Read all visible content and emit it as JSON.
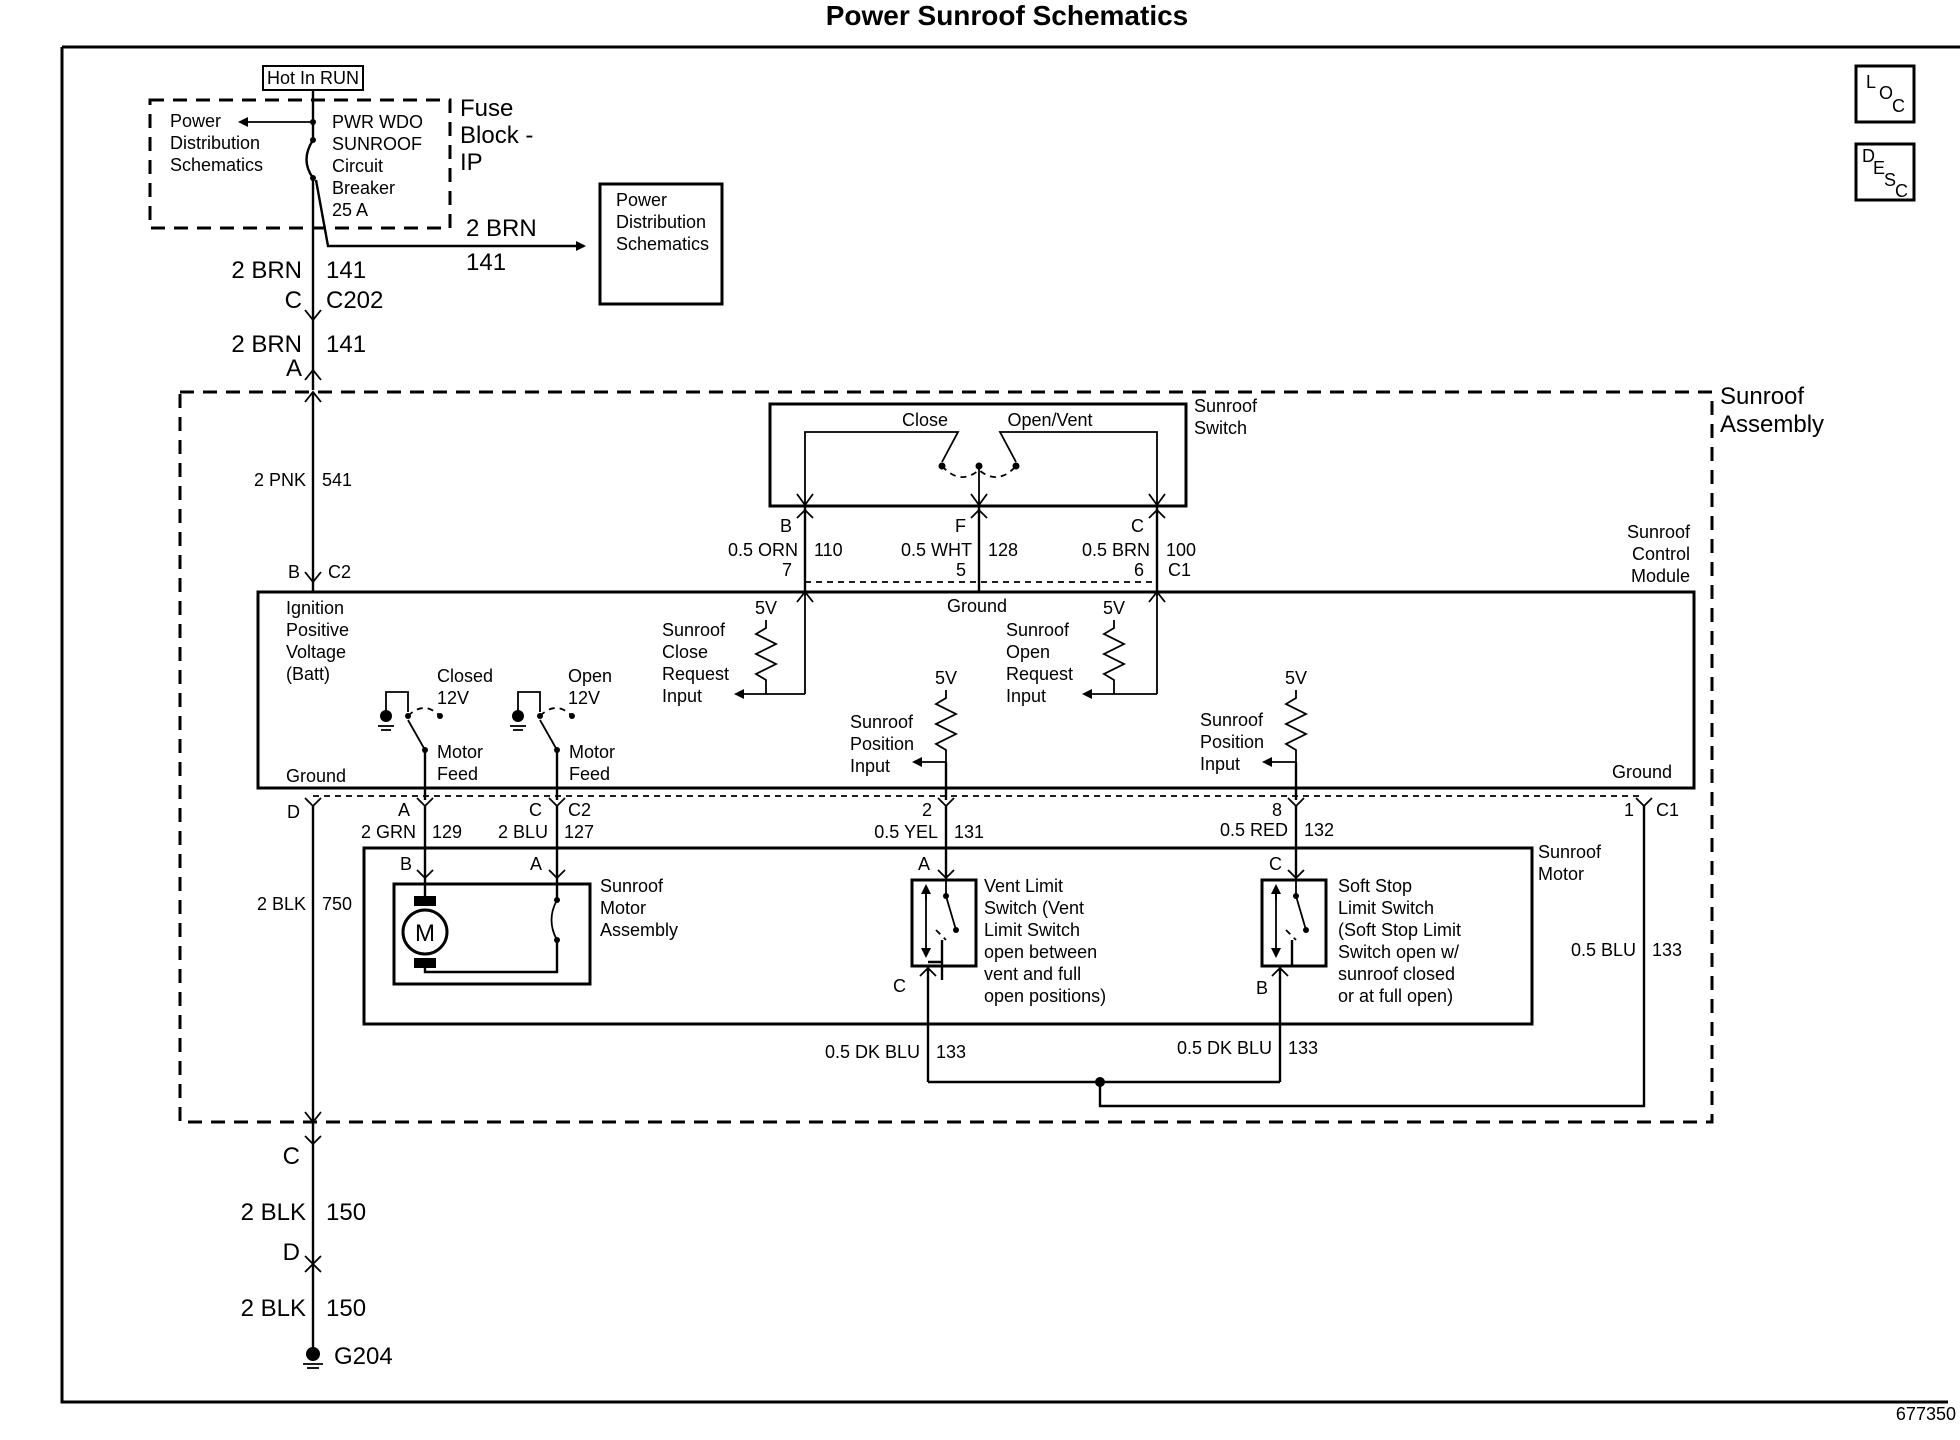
{
  "title": "Power Sunroof Schematics",
  "figure_id": "677350",
  "nav_icons": {
    "loc": [
      "L",
      "O",
      "C"
    ],
    "desc": [
      "D",
      "E",
      "S",
      "C"
    ]
  },
  "fuse_block": {
    "hot_label": "Hot In RUN",
    "name_lines": [
      "Fuse",
      "Block -",
      "IP"
    ],
    "left_ref_lines": [
      "Power",
      "Distribution",
      "Schematics"
    ],
    "breaker_lines": [
      "PWR WDO",
      "SUNROOF",
      "Circuit",
      "Breaker",
      "25 A"
    ]
  },
  "pds_box": {
    "lines": [
      "Power",
      "Distribution",
      "Schematics"
    ],
    "wire_color": "2 BRN",
    "wire_circuit": "141"
  },
  "main_feed": {
    "upper_color": "2 BRN",
    "upper_circuit": "141",
    "conn_pin": "C",
    "conn_name": "C202",
    "lower_color": "2 BRN",
    "lower_circuit": "141",
    "entry_pin": "A"
  },
  "sunroof_assembly": {
    "name_lines": [
      "Sunroof",
      "Assembly"
    ],
    "pnk_color": "2 PNK",
    "pnk_circuit": "541",
    "c2_pin": "B",
    "c2_name": "C2"
  },
  "sunroof_switch": {
    "name_lines": [
      "Sunroof",
      "Switch"
    ],
    "close_label": "Close",
    "openvent_label": "Open/Vent",
    "pins": [
      {
        "letter": "B",
        "color": "0.5 ORN",
        "circuit": "110",
        "cavity": "7"
      },
      {
        "letter": "F",
        "color": "0.5 WHT",
        "circuit": "128",
        "cavity": "5"
      },
      {
        "letter": "C",
        "color": "0.5 BRN",
        "circuit": "100",
        "cavity": "6"
      }
    ],
    "c1_name": "C1"
  },
  "control_module": {
    "name_lines": [
      "Sunroof",
      "Control",
      "Module"
    ],
    "ignition_lines": [
      "Ignition",
      "Positive",
      "Voltage",
      "(Batt)"
    ],
    "ground_left": "Ground",
    "ground_top": "Ground",
    "ground_right": "Ground",
    "closed_lines": [
      "Closed",
      "12V"
    ],
    "open_lines": [
      "Open",
      "12V"
    ],
    "motor_feed_lines": [
      "Motor",
      "Feed"
    ],
    "close_request_lines": [
      "Sunroof",
      "Close",
      "Request",
      "Input"
    ],
    "open_request_lines": [
      "Sunroof",
      "Open",
      "Request",
      "Input"
    ],
    "position_lines": [
      "Sunroof",
      "Position",
      "Input"
    ],
    "five_v": "5V"
  },
  "lower_connectors": {
    "d_pin": "D",
    "a_pin": "A",
    "a_color": "2 GRN",
    "a_circuit": "129",
    "c_pin": "C",
    "c2_name": "C2",
    "c_color": "2 BLU",
    "c_circuit": "127",
    "p2_pin": "2",
    "p2_color": "0.5 YEL",
    "p2_circuit": "131",
    "p8_pin": "8",
    "p8_color": "0.5 RED",
    "p8_circuit": "132",
    "p1_pin": "1",
    "c1_name": "C1",
    "blk_color": "2 BLK",
    "blk_circuit": "750",
    "blu_color": "0.5 BLU",
    "blu_circuit": "133"
  },
  "sunroof_motor": {
    "name_lines": [
      "Sunroof",
      "Motor"
    ],
    "assembly_lines": [
      "Sunroof",
      "Motor",
      "Assembly"
    ],
    "motor_symbol": "M",
    "pin_b": "B",
    "pin_a": "A"
  },
  "vent_switch": {
    "lines": [
      "Vent Limit",
      "Switch (Vent",
      "Limit Switch",
      "open between",
      "vent and full",
      "open positions)"
    ],
    "top_pin": "A",
    "bottom_pin": "C",
    "out_color": "0.5 DK BLU",
    "out_circuit": "133"
  },
  "soft_stop_switch": {
    "lines": [
      "Soft Stop",
      "Limit Switch",
      "(Soft Stop Limit",
      "Switch open w/",
      "sunroof closed",
      "or at full open)"
    ],
    "top_pin": "C",
    "bottom_pin": "B",
    "out_color": "0.5 DK BLU",
    "out_circuit": "133"
  },
  "ground_path": {
    "pin_c": "C",
    "color1": "2 BLK",
    "circuit1": "150",
    "pin_d": "D",
    "color2": "2 BLK",
    "circuit2": "150",
    "ground_name": "G204"
  }
}
